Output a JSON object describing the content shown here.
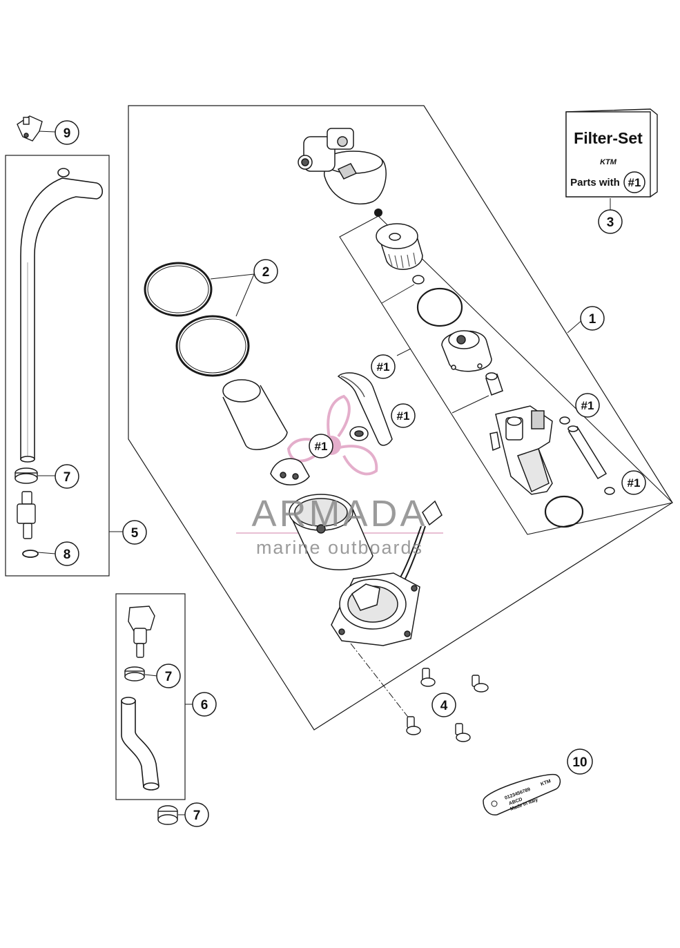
{
  "callouts": {
    "c1": "1",
    "c2": "2",
    "c3": "3",
    "c4": "4",
    "c5": "5",
    "c6": "6",
    "c7a": "7",
    "c7b": "7",
    "c7c": "7",
    "c8": "8",
    "c9": "9",
    "c10": "10"
  },
  "refs": {
    "r1": "#1",
    "r2": "#1",
    "r3": "#1",
    "r4": "#1",
    "r5": "#1"
  },
  "filter_set": {
    "title": "Filter-Set",
    "brand": "KTM",
    "parts_with": "Parts with",
    "ref": "#1"
  },
  "plate": {
    "line1": "0123456789",
    "line2": "ABCD",
    "line3": "Made in Italy",
    "brand": "KTM"
  },
  "watermark": {
    "title": "ARMADA",
    "subtitle": "marine outboards",
    "color_title": "#8a8a8a",
    "color_logo": "#e2a6c6",
    "color_line": "#e6b8cf"
  },
  "colors": {
    "line": "#1a1a1a",
    "fill": "#ffffff",
    "shade": "#cfcfcf",
    "dark": "#555555"
  }
}
